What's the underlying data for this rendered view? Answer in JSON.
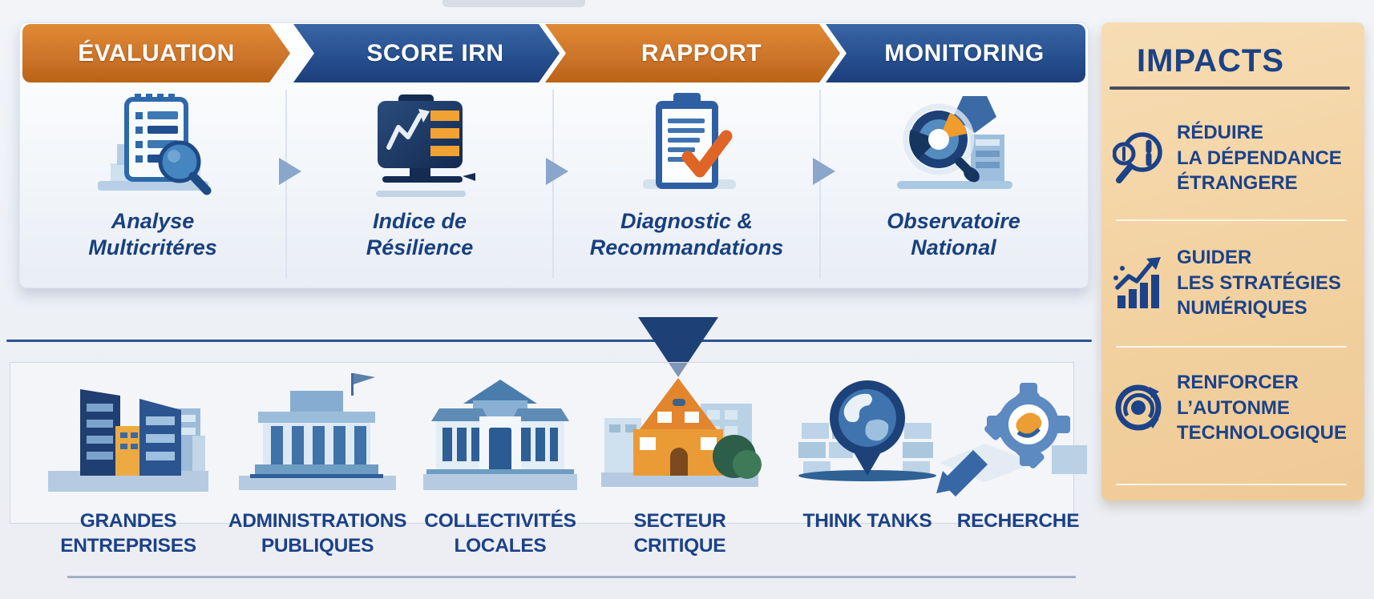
{
  "palette": {
    "orange": "#cd752a",
    "blue": "#27508f",
    "navy_text": "#1c4288",
    "caption_text": "#19407e",
    "sidebar_bg": "#f3d3a3",
    "divider_blue": "#2a528f",
    "arrow_navy": "#1d4077",
    "accent_orange": "#ef9d2f"
  },
  "process": {
    "steps": [
      {
        "header": "ÉVALUATION",
        "color": "orange",
        "icon": "checklist-magnifier-icon",
        "caption": [
          "Analyse",
          "Multicritéres"
        ]
      },
      {
        "header": "SCORE IRN",
        "color": "blue",
        "icon": "score-screen-icon",
        "caption": [
          "Indice de",
          "Résilience"
        ]
      },
      {
        "header": "RAPPORT",
        "color": "orange",
        "icon": "diagnostic-checklist-icon",
        "caption": [
          "Diagnostic &",
          "Recommandations"
        ]
      },
      {
        "header": "MONITORING",
        "color": "blue",
        "icon": "observatory-donut-icon",
        "caption": [
          "Observatoire",
          "National"
        ]
      }
    ]
  },
  "impacts": {
    "title": "IMPACTS",
    "items": [
      {
        "icon": "magnifier-dependency-icon",
        "lines": [
          "RÉDUIRE",
          "LA DÉPENDANCE",
          "ÉTRANGERE"
        ]
      },
      {
        "icon": "growth-chart-icon",
        "lines": [
          "GUIDER",
          "LES STRATÉGIES",
          "NUMÉRIQUES"
        ]
      },
      {
        "icon": "autonomy-orbit-icon",
        "lines": [
          "RENFORCER",
          "L’AUTONME",
          "TECHNOLOGIQUE"
        ]
      }
    ]
  },
  "audiences": [
    {
      "icon": "office-buildings-icon",
      "lines": [
        "GRANDES",
        "ENTREPRISES"
      ]
    },
    {
      "icon": "government-building-icon",
      "lines": [
        "ADMINISTRATIONS",
        "PUBLIQUES"
      ]
    },
    {
      "icon": "town-hall-icon",
      "lines": [
        "COLLECTIVITÉS",
        "LOCALES"
      ]
    },
    {
      "icon": "house-icon",
      "lines": [
        "SECTEUR",
        "CRITIQUE"
      ]
    },
    {
      "icon": "globe-pin-icon",
      "lines": [
        "THINK TANKS"
      ]
    },
    {
      "icon": "gear-research-icon",
      "lines": [
        "RECHERCHE"
      ]
    }
  ]
}
